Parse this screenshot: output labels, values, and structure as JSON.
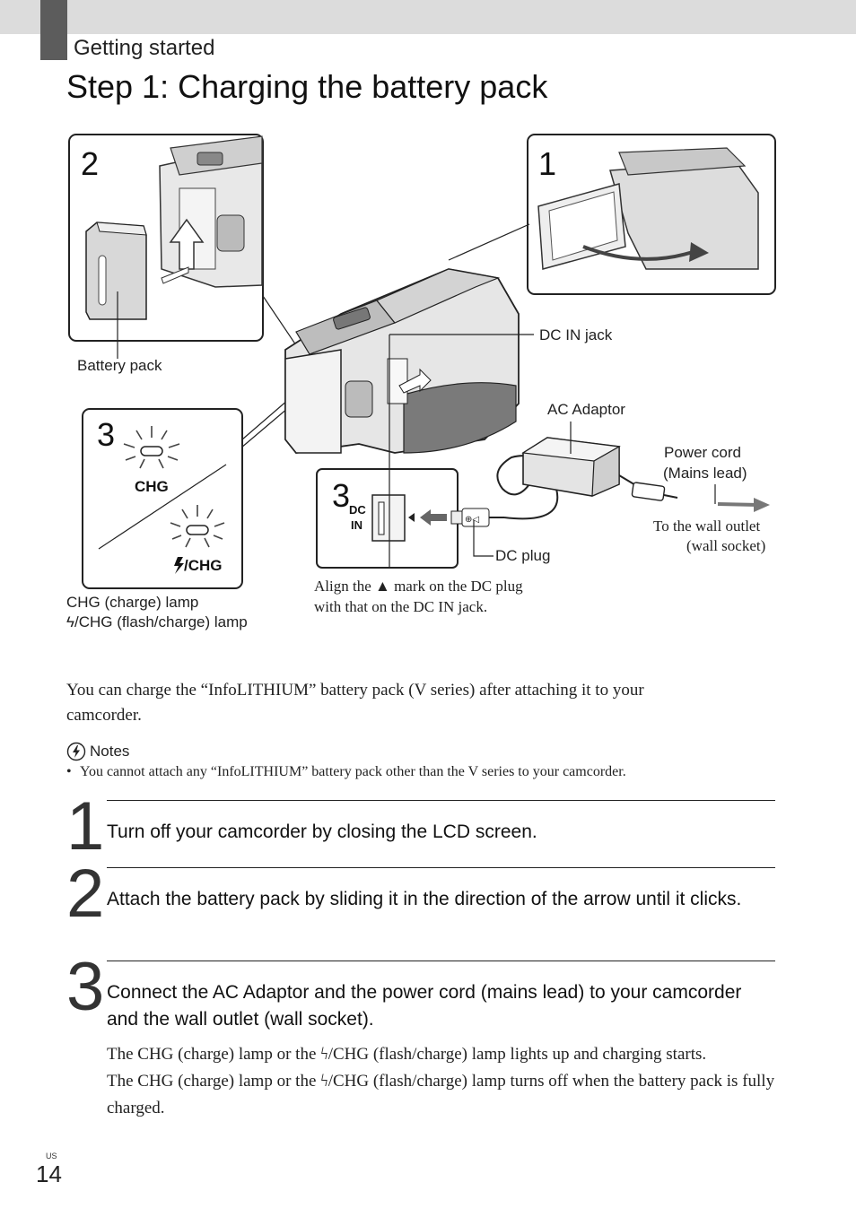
{
  "header": {
    "section": "Getting started",
    "title": "Step 1: Charging the battery pack"
  },
  "figure": {
    "panel_numbers": {
      "panel2": "2",
      "panel1": "1",
      "panel3a": "3",
      "panel3b": "3"
    },
    "lamp_chg": "CHG",
    "lamp_flash_chg": "/CHG",
    "dc_in_line1": "DC",
    "dc_in_line2": "IN",
    "labels": {
      "battery_pack": "Battery pack",
      "dc_in_jack": "DC IN jack",
      "ac_adaptor": "AC Adaptor",
      "power_cord_1": "Power cord",
      "power_cord_2": "(Mains lead)",
      "wall_outlet_1": "To the wall outlet",
      "wall_outlet_2": "(wall socket)",
      "dc_plug": "DC plug",
      "chg_lamp": "CHG (charge) lamp",
      "flash_chg_lamp": "/CHG (flash/charge) lamp",
      "align_1": "Align the ▲ mark on the DC plug",
      "align_2": "with that on the DC IN jack."
    }
  },
  "intro": {
    "text": "You can charge the “InfoLITHIUM” battery pack (V series) after attaching it to your camcorder."
  },
  "notes": {
    "title": "Notes",
    "items": [
      "You cannot attach any “InfoLITHIUM” battery pack other than the V series to your camcorder."
    ]
  },
  "steps": [
    {
      "number": "1",
      "text": "Turn off your camcorder by closing the LCD screen."
    },
    {
      "number": "2",
      "text": "Attach the battery pack by sliding it in the direction of the arrow until it clicks."
    },
    {
      "number": "3",
      "text": "Connect the AC Adaptor and the power cord (mains lead) to your camcorder and the wall outlet (wall socket)."
    }
  ],
  "step3_detail": {
    "line1_a": "The CHG (charge) lamp or the ",
    "line1_b": "/CHG (flash/charge) lamp lights up and charging starts.",
    "line2_a": "The CHG (charge) lamp or the ",
    "line2_b": "/CHG (flash/charge) lamp turns off when the battery pack is fully charged."
  },
  "footer": {
    "region": "US",
    "page": "14"
  }
}
